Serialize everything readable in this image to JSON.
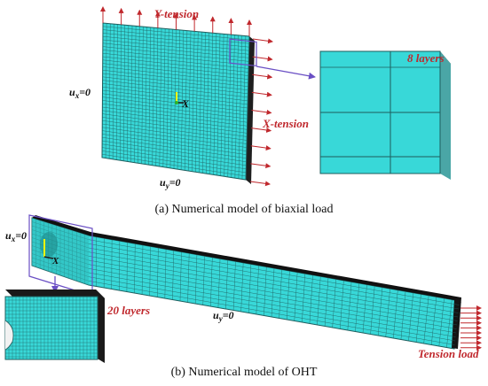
{
  "panel_a": {
    "caption": "(a) Numerical model of biaxial load",
    "y_tension": "Y-tension",
    "x_tension": "X-tension",
    "layers": "8 layers",
    "bc_x_var": "u",
    "bc_x_sub": "x",
    "bc_x_rest": "=0",
    "bc_y_var": "u",
    "bc_y_sub": "y",
    "bc_y_rest": "=0",
    "axis_x": "X"
  },
  "panel_b": {
    "caption": "(b) Numerical model of OHT",
    "layers": "20 layers",
    "tension": "Tension load",
    "bc_x_var": "u",
    "bc_x_sub": "x",
    "bc_x_rest": "=0",
    "bc_y_var": "u",
    "bc_y_sub": "y",
    "bc_y_rest": "=0",
    "axis_x": "X"
  },
  "colors": {
    "mesh_fill": "#38d8d8",
    "mesh_line": "#1e5d5d",
    "arrow": "#c0282d",
    "callout": "#6a4fc4",
    "dark_edge": "#151515"
  }
}
